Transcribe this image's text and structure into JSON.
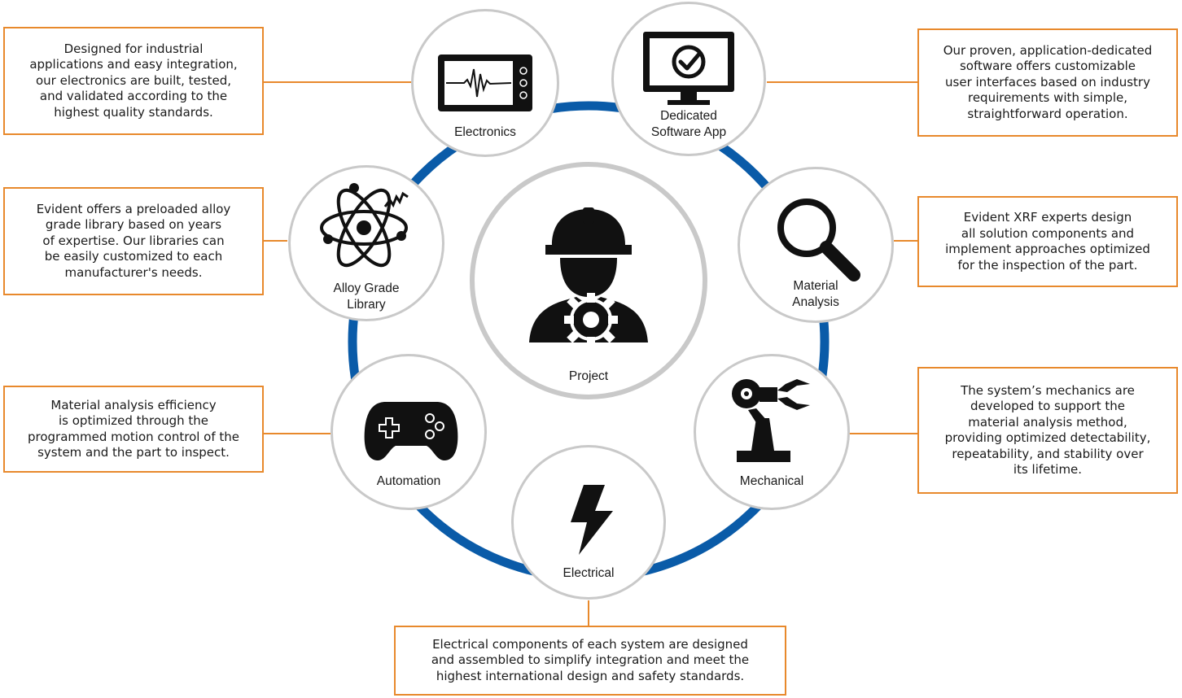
{
  "colors": {
    "ring": "#0a5ba8",
    "connector": "#e8892c",
    "circle_border": "#c9c9c9",
    "icon": "#111111"
  },
  "hub": {
    "label": "Project",
    "icon": "engineer-gear-icon"
  },
  "nodes": {
    "electronics": {
      "label": "Electronics",
      "icon": "oscilloscope-icon"
    },
    "software": {
      "label": "Dedicated\nSoftware App",
      "icon": "monitor-check-icon"
    },
    "material": {
      "label": "Material\nAnalysis",
      "icon": "magnifier-icon"
    },
    "mechanical": {
      "label": "Mechanical",
      "icon": "robot-arm-icon"
    },
    "electrical": {
      "label": "Electrical",
      "icon": "lightning-bolt-icon"
    },
    "automation": {
      "label": "Automation",
      "icon": "gamepad-icon"
    },
    "alloy": {
      "label": "Alloy Grade\nLibrary",
      "icon": "atom-icon"
    }
  },
  "notes": {
    "electronics": "Designed for industrial\napplications and easy integration,\nour electronics are built, tested,\nand validated according to the\nhighest quality standards.",
    "alloy": "Evident offers a preloaded alloy\ngrade library based on years\nof expertise. Our libraries can\nbe easily customized to each\nmanufacturer's needs.",
    "automation": "Material analysis  efficiency\nis optimized through the\nprogrammed motion control of the\nsystem and the part to inspect.",
    "software": "Our proven, application-dedicated\nsoftware offers customizable\nuser interfaces based on industry\nrequirements with simple,\nstraightforward operation.",
    "material": "Evident XRF experts design\nall solution components and\nimplement approaches optimized\nfor the inspection of the part.",
    "mechanical": "The system’s mechanics are\ndeveloped to support the\nmaterial analysis method,\nproviding optimized detectability,\nrepeatability, and stability over\nits lifetime.",
    "electrical": "Electrical components of each system are designed\nand assembled to simplify integration and meet the\nhighest international design and safety standards."
  }
}
